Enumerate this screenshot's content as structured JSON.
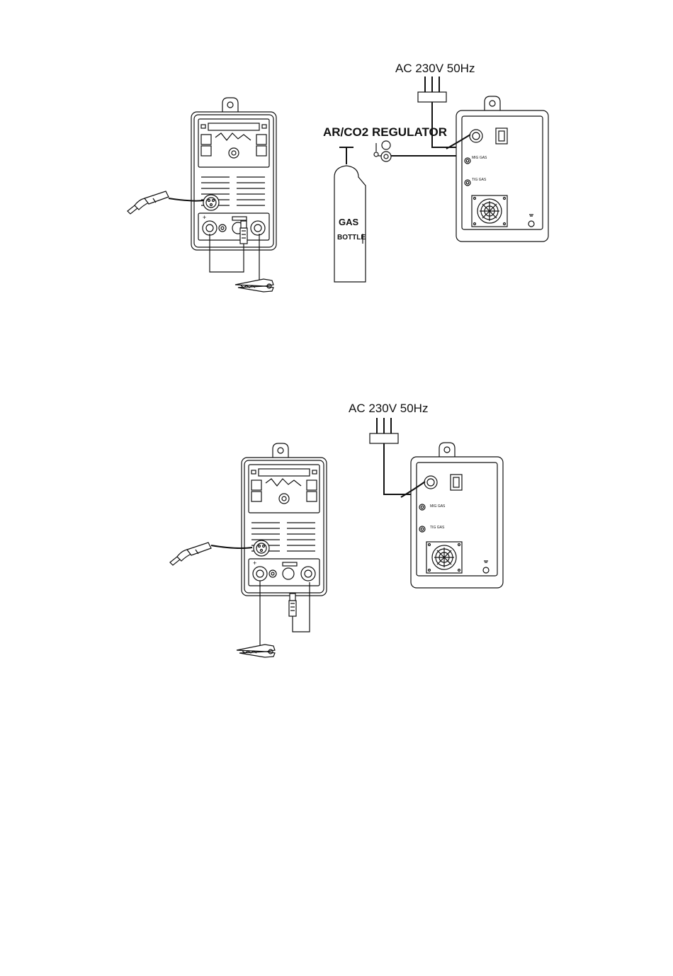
{
  "diagram_top": {
    "power_label": "AC 230V 50Hz",
    "regulator_label": "AR/CO2 REGULATOR",
    "gas_label": "GAS",
    "bottle_label": "BOTTLE",
    "mig_gas_label": "MIG GAS",
    "tig_gas_label": "TIG GAS"
  },
  "diagram_bottom": {
    "power_label": "AC 230V 50Hz",
    "mig_gas_label": "MIG GAS",
    "tig_gas_label": "TIG GAS"
  }
}
